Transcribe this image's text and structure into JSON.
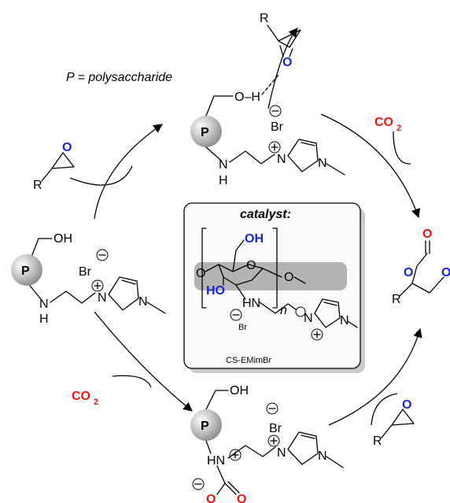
{
  "legend": "P = polysaccharide",
  "atoms": {
    "R": "R",
    "O": "O",
    "OH": "OH",
    "O_H": "O–H",
    "H": "H",
    "N": "N",
    "Br": "Br",
    "P": "P",
    "HN": "HN",
    "HO": "HO"
  },
  "reagents": {
    "co2": "CO",
    "co2_sub": "2"
  },
  "catalyst_box": {
    "heading": "catalyst:",
    "repeat_index": "n",
    "name": "CS-EMimBr"
  },
  "colors": {
    "red": "#e8160f",
    "blue": "#1526cc",
    "sphere_light": "#ffffff",
    "sphere_dark": "#8c8c8c",
    "box_fill": "#fbfbfb",
    "box_shadow": "#c9c9c9",
    "highlight": "#b3b3b3"
  }
}
